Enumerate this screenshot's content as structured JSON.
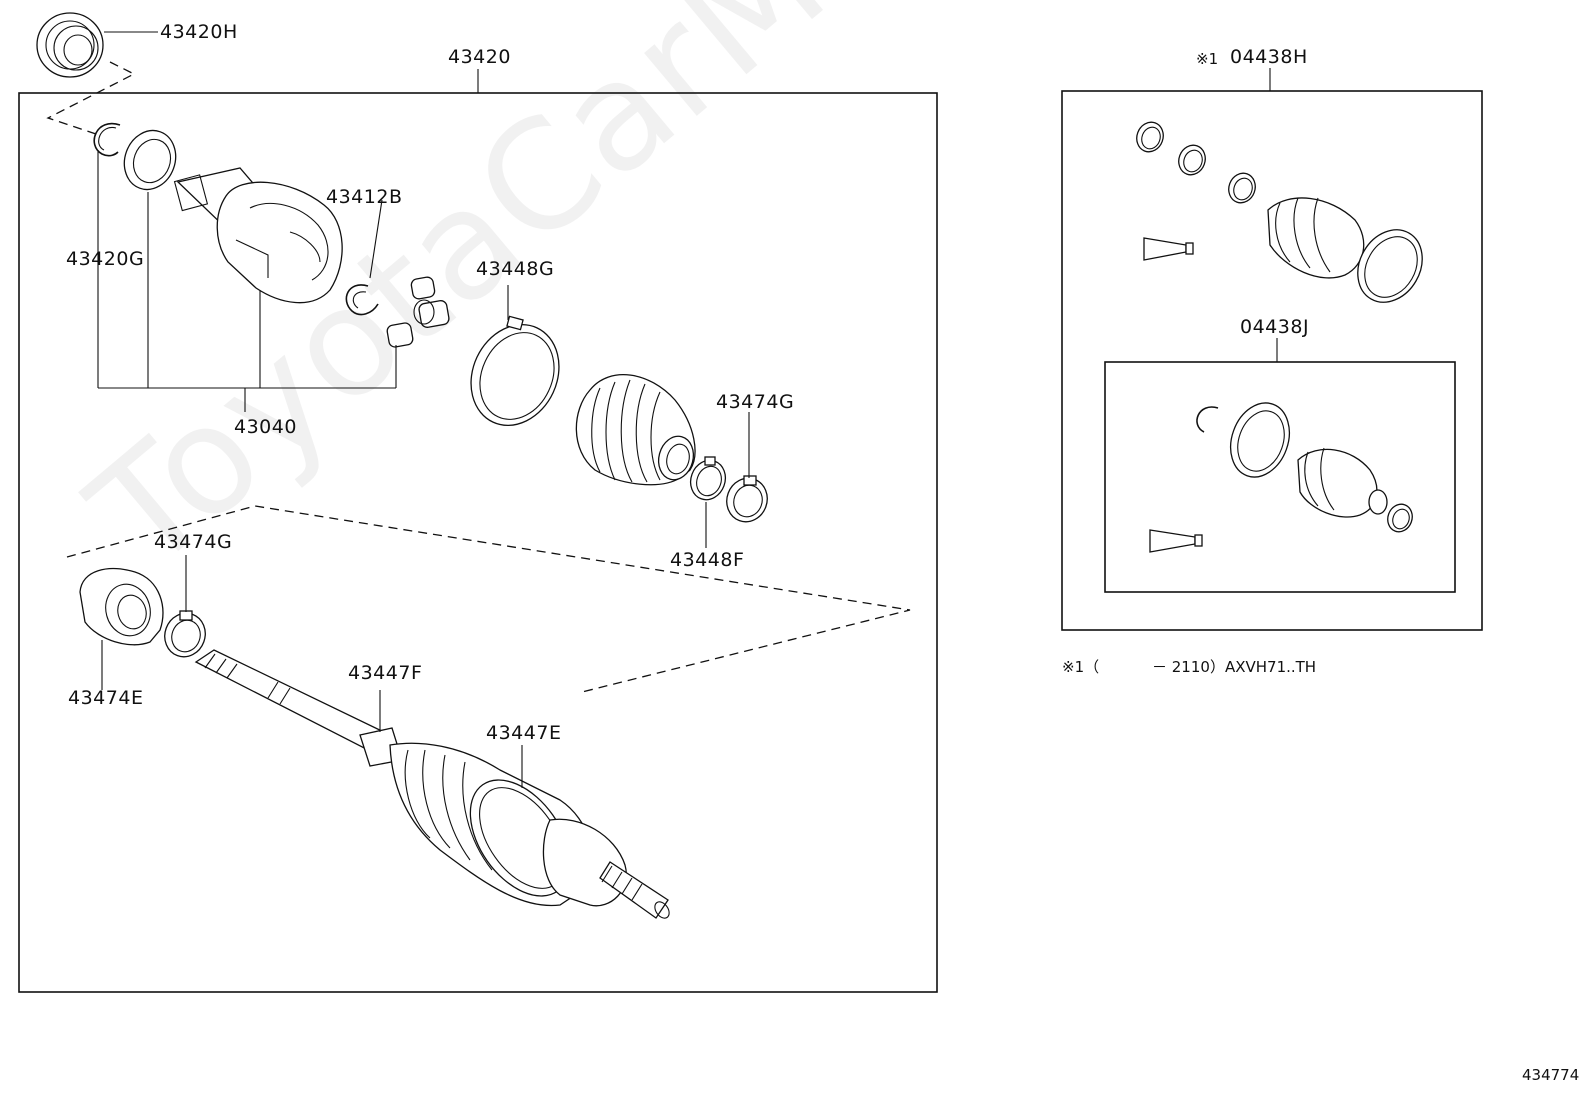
{
  "labels": {
    "p43420H": "43420H",
    "p43420": "43420",
    "p43412B": "43412B",
    "p43420G": "43420G",
    "p43448G": "43448G",
    "p43040": "43040",
    "p43474G_upper": "43474G",
    "p43448F": "43448F",
    "p43474G_lower": "43474G",
    "p43474E": "43474E",
    "p43447F": "43447F",
    "p43447E": "43447E",
    "kit_mark": "※1",
    "p04438H": "04438H",
    "p04438J": "04438J"
  },
  "footnote": {
    "mark": "※1（",
    "text": "－ 2110）AXVH71..TH"
  },
  "illustration_number": "434774",
  "watermark": "ToyotaCarMine.ru"
}
